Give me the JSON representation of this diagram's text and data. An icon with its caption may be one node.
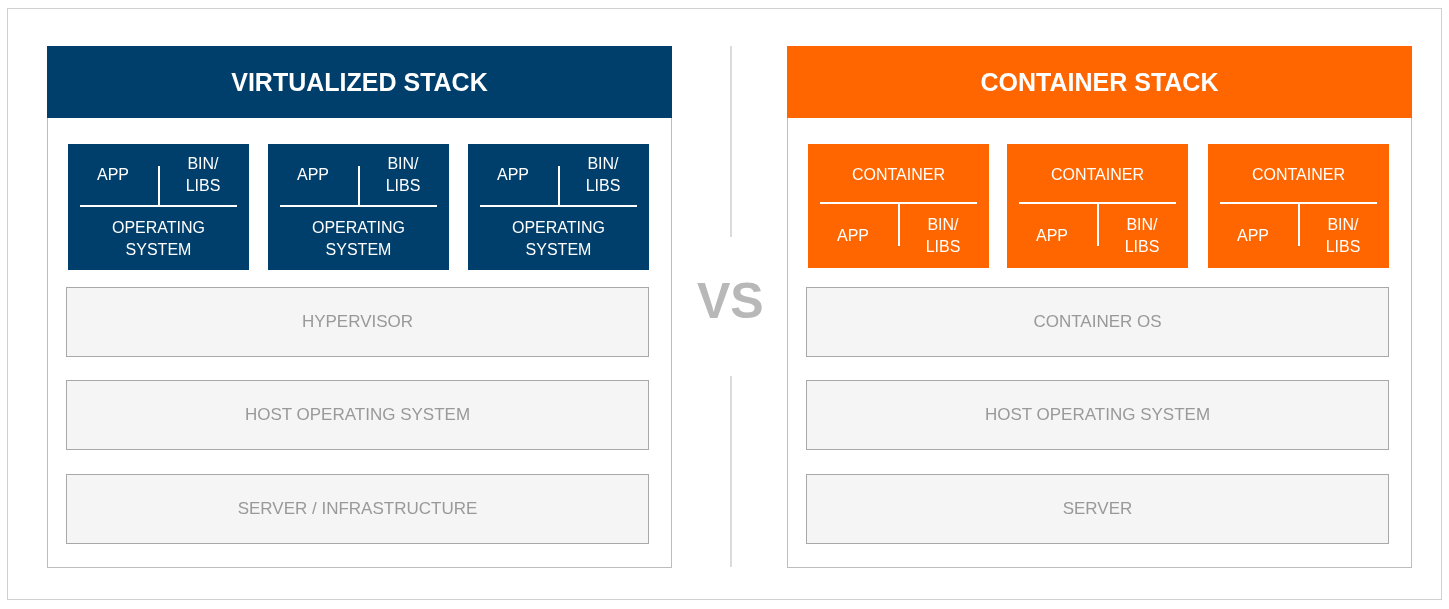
{
  "diagram": {
    "nodes": [
      {
        "text": [
          "VIRTUALIZED STACK"
        ]
      },
      {
        "text": [
          "APP",
          "BIN/ LIBS",
          "OPERATING SYSTEM"
        ],
        "in": 0
      },
      {
        "text": [
          "APP",
          "BIN/ LIBS",
          "OPERATING SYSTEM"
        ],
        "in": 0
      },
      {
        "text": [
          "APP",
          "BIN/ LIBS",
          "OPERATING SYSTEM"
        ],
        "in": 0
      },
      {
        "text": [
          "HYPERVISOR"
        ],
        "in": 0
      },
      {
        "text": [
          "HOST OPERATING SYSTEM"
        ],
        "in": 0
      },
      {
        "text": [
          "SERVER / INFRASTRUCTURE"
        ],
        "in": 0
      },
      {
        "text": [
          "CONTAINER STACK"
        ]
      },
      {
        "text": [
          "CONTAINER",
          "APP",
          "BIN/ LIBS"
        ],
        "in": 7
      },
      {
        "text": [
          "CONTAINER",
          "APP",
          "BIN/ LIBS"
        ],
        "in": 7
      },
      {
        "text": [
          "CONTAINER",
          "APP",
          "BIN/ LIBS"
        ],
        "in": 7
      },
      {
        "text": [
          "CONTAINER OS"
        ],
        "in": 7
      },
      {
        "text": [
          "HOST OPERATING SYSTEM"
        ],
        "in": 7
      },
      {
        "text": [
          "SERVER"
        ],
        "in": 7
      }
    ],
    "edges": [],
    "labels": [
      "VS"
    ]
  }
}
